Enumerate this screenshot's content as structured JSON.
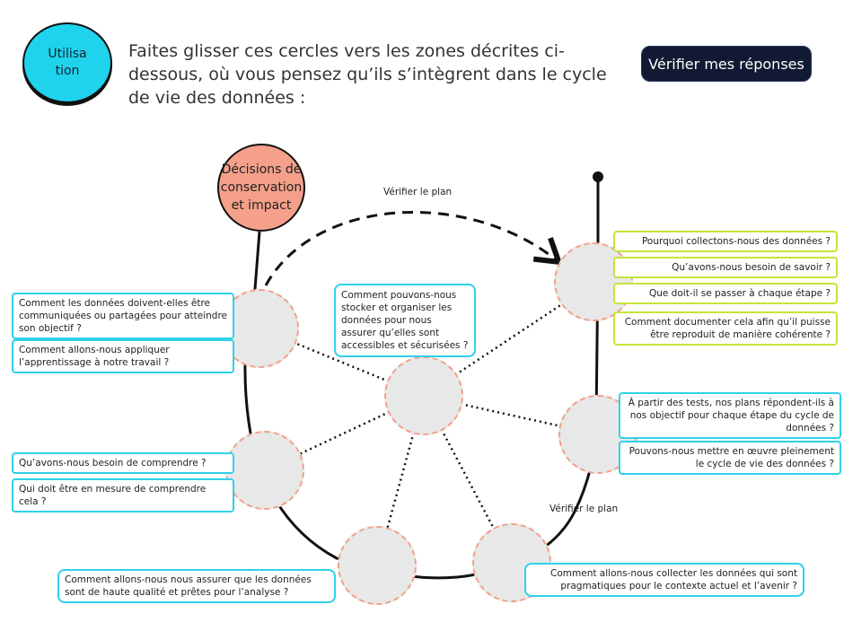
{
  "chip": {
    "label": "Utilisa tion"
  },
  "instruction": "Faites glisser ces cercles vers les zones décrites ci-dessous, où vous pensez qu’ils s’intègrent dans le cycle de vie des données :",
  "verify_button": "Vérifier mes réponses",
  "decisions_circle": "Décisions de conservation et impact",
  "plan_labels": {
    "top": "Vérifier le plan",
    "bottom": "Vérifier le plan"
  },
  "questions": {
    "q_communicate": "Comment les données doivent-elles être communiquées ou partagées pour atteindre son objectif ?",
    "q_apply": "Comment allons-nous appliquer l’apprentissage à notre travail ?",
    "q_understand": "Qu’avons-nous besoin de comprendre ?",
    "q_who": "Qui doit être en mesure de comprendre cela ?",
    "q_quality": "Comment allons-nous nous assurer que les données sont de haute qualité et prêtes pour l’analyse ?",
    "q_store": "Comment pouvons-nous stocker et organiser les données pour nous assurer qu’elles sont accessibles et sécurisées ?",
    "q_why": "Pourquoi collectons-nous des données ?",
    "q_know": "Qu’avons-nous besoin de savoir ?",
    "q_step": "Que doit-il se passer à chaque étape ?",
    "q_document": "Comment documenter cela afin qu’il puisse être reproduit de manière cohérente ?",
    "q_tests": "À partir des tests, nos plans répondent-ils à nos objectif pour chaque étape du cycle de données ?",
    "q_implement": "Pouvons-nous mettre en œuvre pleinement le cycle de vie des données ?",
    "q_collect": "Comment allons-nous collecter les données qui sont pragmatiques pour le contexte actuel et l’avenir ?"
  },
  "colors": {
    "chip": "#1fd3ec",
    "button": "#121a33",
    "decisions": "#f4a08a",
    "drop_border": "#f1a088",
    "cyan_border": "#2fd1ea",
    "green_border": "#c2e63a"
  }
}
